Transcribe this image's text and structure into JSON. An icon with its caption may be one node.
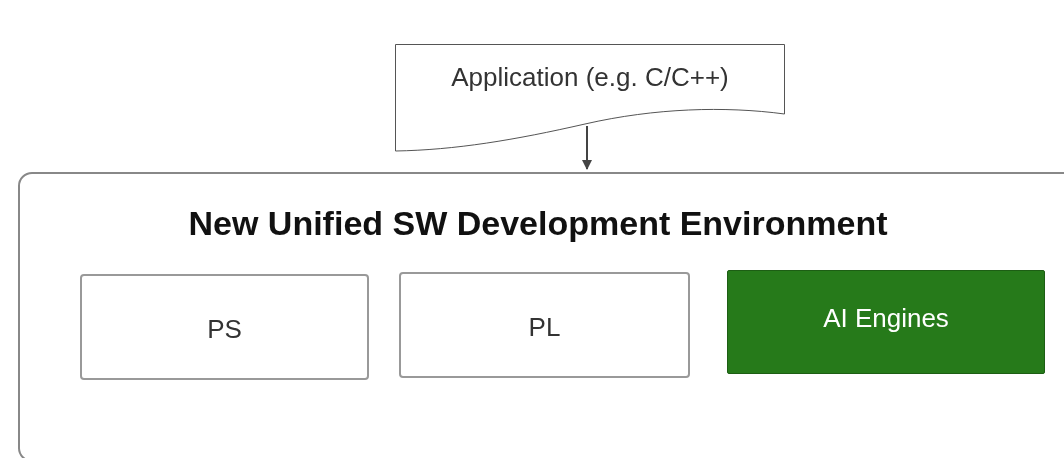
{
  "diagram": {
    "nodes": [
      {
        "text": [
          "Application (e.g. C/C++)"
        ]
      },
      {
        "text": [
          "New Unified SW Development Environment"
        ]
      },
      {
        "text": [
          "PS"
        ],
        "in": 1
      },
      {
        "text": [
          "PL"
        ],
        "in": 1
      },
      {
        "text": [
          "AI Engines"
        ],
        "in": 1
      }
    ],
    "edges": [
      {
        "from": 0,
        "to": 1,
        "arrow": "to"
      }
    ]
  }
}
